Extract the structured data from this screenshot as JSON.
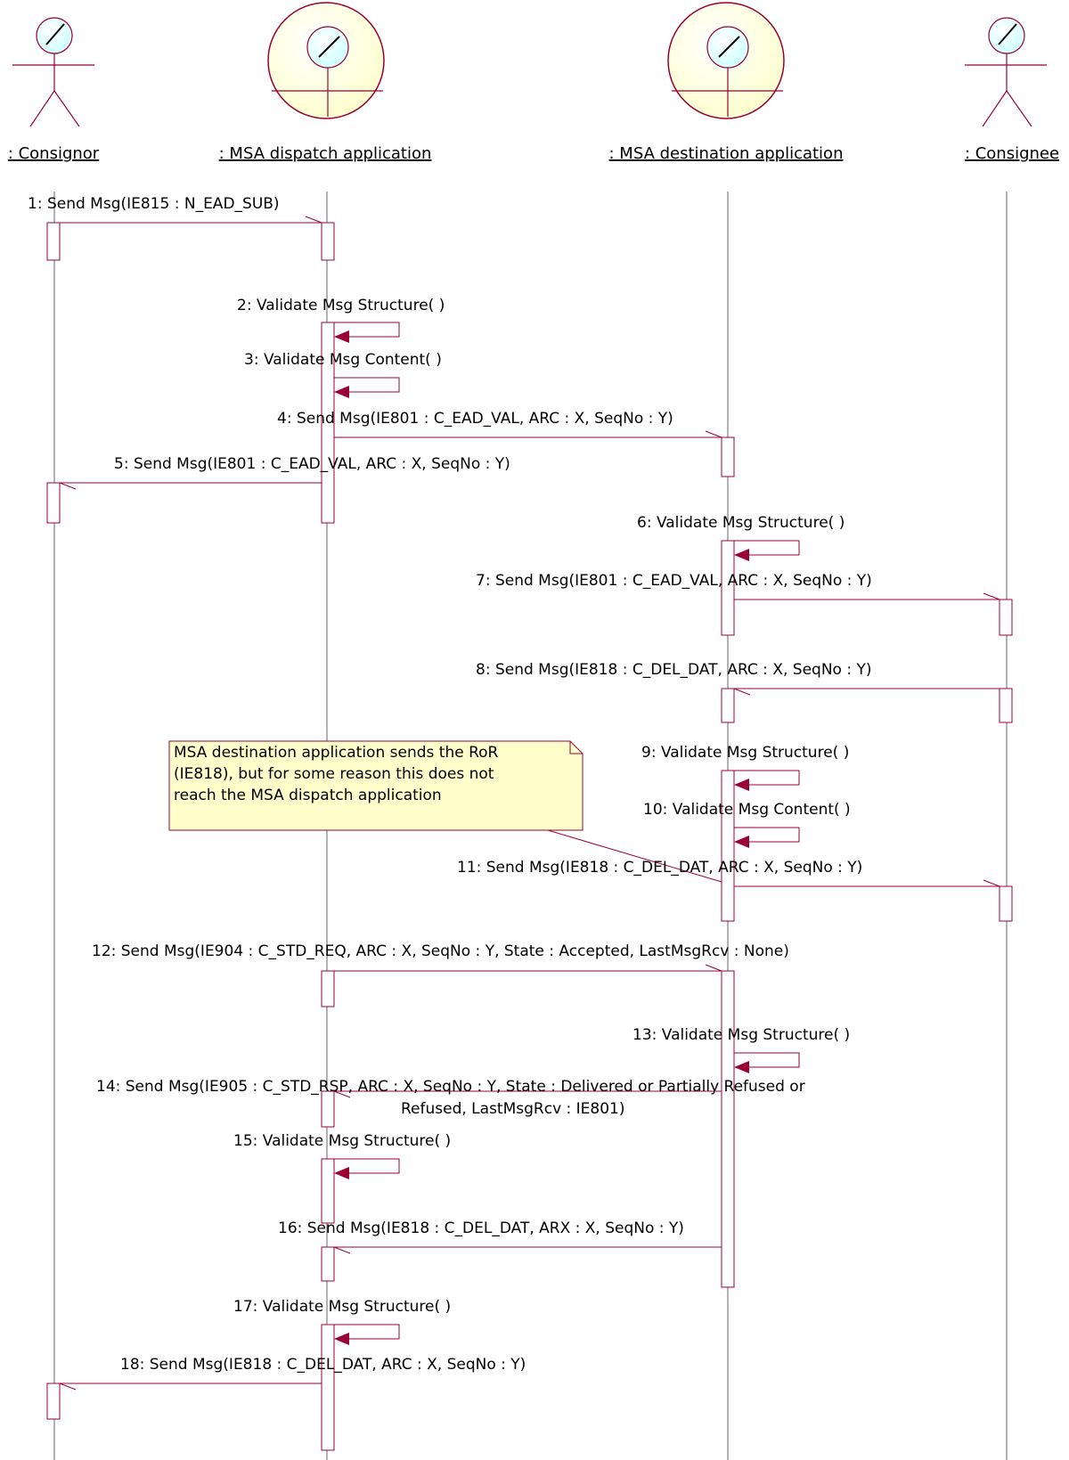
{
  "colors": {
    "line": "#990033",
    "lifeline": "#555555",
    "activation_fill": "#ffffff",
    "actor_fill": "#ccffff",
    "boundary_fill": "#ffffcc",
    "note_fill": "#ffffcc",
    "arrowhead": "#990033"
  },
  "participants": [
    {
      "id": "consignor",
      "label": ": Consignor",
      "kind": "actor",
      "icon": "actor-icon"
    },
    {
      "id": "dispatch",
      "label": ": MSA dispatch application",
      "kind": "boundary",
      "icon": "application-icon"
    },
    {
      "id": "destination",
      "label": ": MSA destination application",
      "kind": "boundary",
      "icon": "application-icon"
    },
    {
      "id": "consignee",
      "label": ": Consignee",
      "kind": "actor",
      "icon": "actor-icon"
    }
  ],
  "messages": [
    {
      "n": 1,
      "label": "1: Send Msg(IE815 : N_EAD_SUB)",
      "from": "consignor",
      "to": "dispatch"
    },
    {
      "n": 2,
      "label": "2: Validate Msg Structure( )",
      "from": "dispatch",
      "to": "dispatch"
    },
    {
      "n": 3,
      "label": "3: Validate Msg Content( )",
      "from": "dispatch",
      "to": "dispatch"
    },
    {
      "n": 4,
      "label": "4: Send Msg(IE801 : C_EAD_VAL, ARC : X, SeqNo : Y)",
      "from": "dispatch",
      "to": "destination"
    },
    {
      "n": 5,
      "label": "5: Send Msg(IE801 : C_EAD_VAL, ARC : X, SeqNo : Y)",
      "from": "dispatch",
      "to": "consignor"
    },
    {
      "n": 6,
      "label": "6: Validate Msg Structure( )",
      "from": "destination",
      "to": "destination"
    },
    {
      "n": 7,
      "label": "7: Send Msg(IE801 : C_EAD_VAL, ARC : X, SeqNo : Y)",
      "from": "destination",
      "to": "consignee"
    },
    {
      "n": 8,
      "label": "8: Send Msg(IE818 : C_DEL_DAT, ARC : X, SeqNo : Y)",
      "from": "consignee",
      "to": "destination"
    },
    {
      "n": 9,
      "label": "9: Validate Msg Structure( )",
      "from": "destination",
      "to": "destination"
    },
    {
      "n": 10,
      "label": "10: Validate Msg Content( )",
      "from": "destination",
      "to": "destination"
    },
    {
      "n": 11,
      "label": "11: Send Msg(IE818 : C_DEL_DAT, ARC : X, SeqNo : Y)",
      "from": "destination",
      "to": "consignee"
    },
    {
      "n": 12,
      "label": "12: Send Msg(IE904 : C_STD_REQ, ARC : X, SeqNo : Y, State : Accepted, LastMsgRcv : None)",
      "from": "dispatch",
      "to": "destination"
    },
    {
      "n": 13,
      "label": "13: Validate Msg Structure( )",
      "from": "destination",
      "to": "destination"
    },
    {
      "n": 14,
      "label": "14: Send Msg(IE905 : C_STD_RSP, ARC : X, SeqNo : Y, State : Delivered or Partially Refused or",
      "label2": "Refused, LastMsgRcv : IE801)",
      "from": "destination",
      "to": "dispatch"
    },
    {
      "n": 15,
      "label": "15: Validate Msg Structure( )",
      "from": "dispatch",
      "to": "dispatch"
    },
    {
      "n": 16,
      "label": "16: Send Msg(IE818 : C_DEL_DAT, ARX : X, SeqNo : Y)",
      "from": "destination",
      "to": "dispatch"
    },
    {
      "n": 17,
      "label": "17: Validate Msg Structure( )",
      "from": "dispatch",
      "to": "dispatch"
    },
    {
      "n": 18,
      "label": "18: Send Msg(IE818 : C_DEL_DAT, ARC : X, SeqNo : Y)",
      "from": "dispatch",
      "to": "consignor"
    }
  ],
  "note": {
    "lines": [
      "MSA destination application sends the RoR",
      "(IE818), but for some reason this does not",
      "reach the MSA dispatch application"
    ]
  }
}
